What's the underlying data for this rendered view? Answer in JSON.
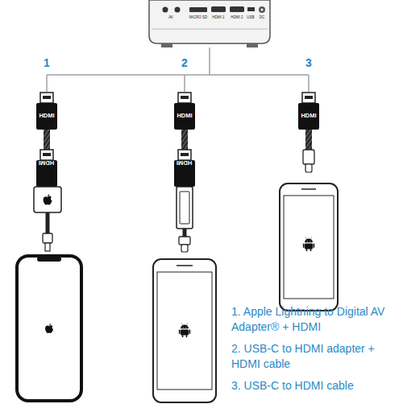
{
  "diagram": {
    "labels": [
      "AV",
      "MICRO SD",
      "HDMI 1",
      "HDMI 2",
      "USB",
      "DC",
      "1",
      "2",
      "3",
      "HDMI",
      "HDMI",
      "HDMI",
      "HDMI",
      "HDMI",
      "1. Apple Lightning to Digital AV Adapter® + HDMI",
      "2. USB-C to HDMI adapter + HDMI cable",
      "3. USB-C to HDMI cable"
    ]
  }
}
